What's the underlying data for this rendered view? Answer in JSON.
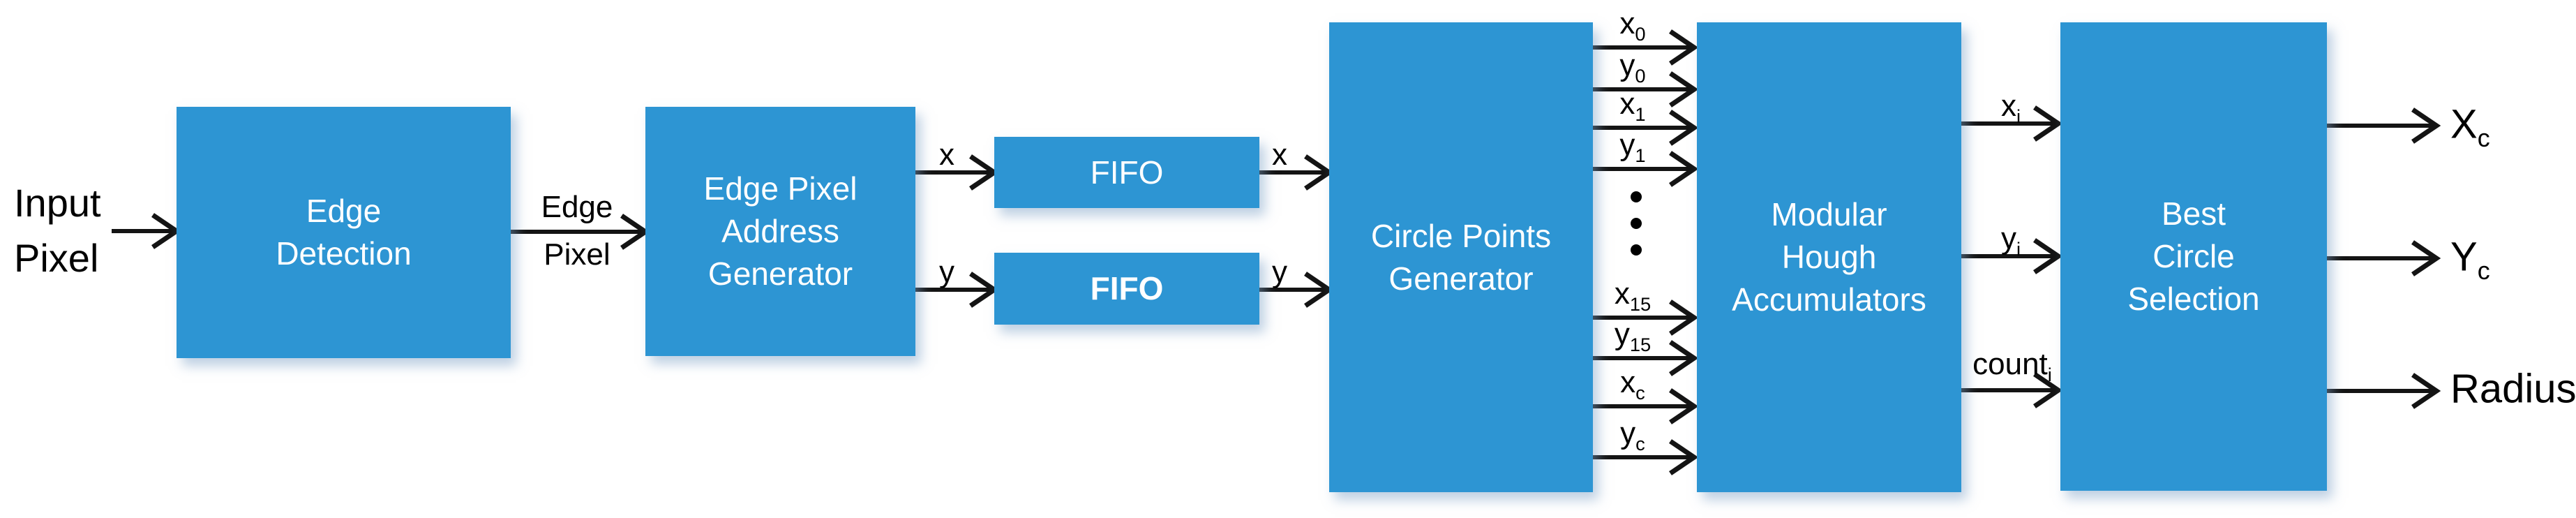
{
  "labels": {
    "input": "Input\nPixel",
    "edge_pixel": "Edge\nPixel",
    "x": "x",
    "y": "y"
  },
  "blocks": {
    "edge_detection": "Edge\nDetection",
    "edge_pixel_address_generator": "Edge Pixel\nAddress\nGenerator",
    "fifo_x": "FIFO",
    "fifo_y": "FIFO",
    "circle_points_generator": "Circle Points\nGenerator",
    "modular_hough_accumulators": "Modular\nHough\nAccumulators",
    "best_circle_selection": "Best\nCircle\nSelection"
  },
  "bus_signals": [
    {
      "base": "x",
      "sub": "0"
    },
    {
      "base": "y",
      "sub": "0"
    },
    {
      "base": "x",
      "sub": "1"
    },
    {
      "base": "y",
      "sub": "1"
    },
    {
      "base": "x",
      "sub": "15"
    },
    {
      "base": "y",
      "sub": "15"
    },
    {
      "base": "x",
      "sub": "c"
    },
    {
      "base": "y",
      "sub": "c"
    }
  ],
  "result_signals": [
    {
      "base": "x",
      "sub": "i"
    },
    {
      "base": "y",
      "sub": "i"
    },
    {
      "base": "count",
      "sub": "i"
    }
  ],
  "outputs": [
    {
      "base": "X",
      "sub": "c"
    },
    {
      "base": "Y",
      "sub": "c"
    },
    {
      "base": "Radius",
      "sub": ""
    }
  ],
  "colors": {
    "block_fill": "#2D95D3",
    "block_text": "#FFFFFF",
    "wire": "#141414",
    "label_text": "#000000",
    "background": "#FFFFFF"
  }
}
